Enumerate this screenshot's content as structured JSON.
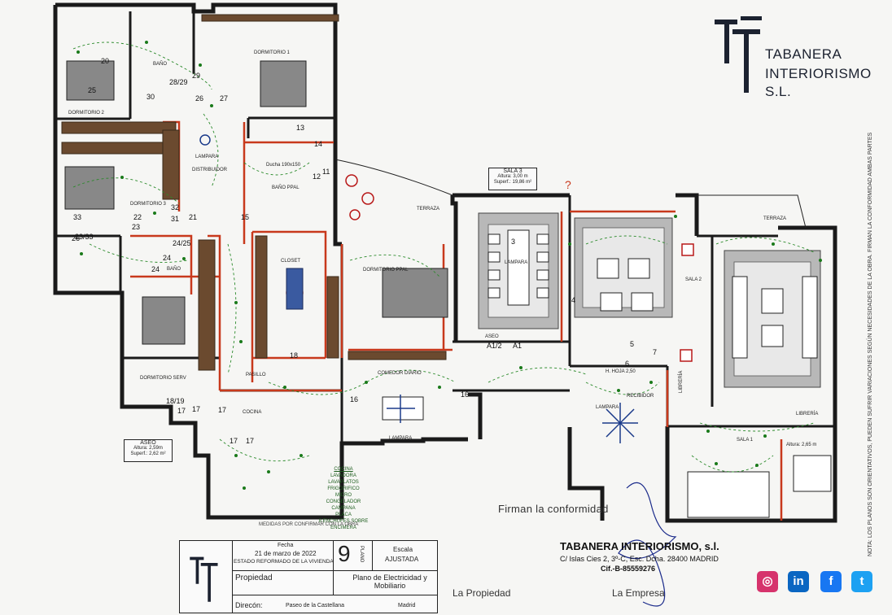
{
  "brand": {
    "line1": "TABANERA",
    "line2": "INTERIORISMO S.L."
  },
  "side_note": "NOTA: LOS PLANOS SON ORIENTATIVOS, PUEDEN SUFRIR VARIACIONES SEGÚN NECESIDADES DE LA OBRA. FIRMAN LA CONFORMIDAD AMBAS PARTES",
  "rooms": {
    "dormitorio1": "DORMITORIO 1",
    "dormitorio2": "DORMITORIO 2",
    "dormitorio3": "DORMITORIO 3",
    "bano_top": "BAÑO",
    "bano_small": "BAÑO",
    "bano_ppal": "BAÑO PPAL",
    "distribuidor": "DISTRIBUIDOR",
    "lampara_dist": "LAMPARA",
    "closet": "CLOSET",
    "dormitorio_ppal": "DORMITORIO PPAL",
    "dormitorio_serv": "DORMITORIO SERV",
    "pasillo": "PASILLO",
    "cocina": "COCINA",
    "comedor": "COMEDOR DIARIO",
    "lampara_comedor": "LAMPARA",
    "terraza1": "TERRAZA",
    "terraza2": "TERRAZA",
    "sala2": "SALA 2",
    "sala1": "SALA 1",
    "recibidor": "RECIBIDOR",
    "aseo": "ASEO",
    "lampara_sala3": "LAMPARA",
    "lampara_recibidor": "LAMPARA",
    "ducha": "Ducha 190x150",
    "libreria1": "LIBRERÍA",
    "libreria2": "LIBRERÍA",
    "hoja_recibidor": "H. HOJA 2,50",
    "altura_sala1": "Altura: 2,65 m"
  },
  "sala3_box": {
    "title": "SALA 3",
    "altura": "Altura: 3,00 m",
    "superf": "Superf.: 19,86 m²"
  },
  "aseo_box": {
    "title": "ASEO",
    "altura": "Altura: 2,59m",
    "superf": "Superf.: 2,62 m²"
  },
  "circuit_numbers": [
    "30",
    "27",
    "28/29",
    "26",
    "25",
    "29",
    "31",
    "32",
    "33",
    "26",
    "21",
    "24",
    "23",
    "23/33",
    "24/25",
    "24",
    "22",
    "20",
    "14",
    "13",
    "12",
    "11",
    "15",
    "18",
    "16",
    "17",
    "18/19",
    "7",
    "6",
    "5",
    "4",
    "3",
    "A1/2",
    "A1",
    "16",
    "17",
    "17",
    "17",
    "17"
  ],
  "kitchen_list": {
    "title": "COCINA",
    "items": [
      "LAVADORA",
      "LAVAPLATOS",
      "FRIGORIFICO",
      "MICRO",
      "CONGELADOR",
      "CAMPANA",
      "PLACA",
      "8 ENCHUFES SOBRE ENCIMERA"
    ]
  },
  "medidas": "MEDIDAS POR CONFIRMAR CON LA OBRA",
  "firman": "Firman la conformidad",
  "title_block": {
    "fecha_label": "Fecha",
    "fecha": "21 de marzo de 2022",
    "estado": "ESTADO REFORMADO DE LA VIVIENDA",
    "plano_num": "9",
    "plano_label": "PLANO",
    "escala_label": "Escala",
    "escala": "AJUSTADA",
    "propiedad_label": "Propiedad",
    "descripcion": "Plano de Electricidad y Mobiliario",
    "direccion_label": "Direcón:",
    "direccion": "Paseo de la Castellana",
    "ciudad": "Madrid"
  },
  "company": {
    "name": "TABANERA INTERIORISMO, s.l.",
    "address": "C/ Islas Cies 2, 3º-C, Esc. Dcha. 28400 MADRID",
    "cif": "Cif.-B-85559276"
  },
  "signatures": {
    "propiedad": "La Propiedad",
    "empresa": "La Empresa"
  },
  "social": [
    {
      "name": "instagram-icon",
      "glyph": "◎",
      "color": "#d6336c"
    },
    {
      "name": "linkedin-icon",
      "glyph": "in",
      "color": "#0a66c2"
    },
    {
      "name": "facebook-icon",
      "glyph": "f",
      "color": "#1877f2"
    },
    {
      "name": "twitter-icon",
      "glyph": "t",
      "color": "#1da1f2"
    }
  ],
  "colors": {
    "wall": "#1a1a1a",
    "partition": "#c8391c",
    "electric": "#1a7a1a",
    "brand": "#1c2230"
  }
}
